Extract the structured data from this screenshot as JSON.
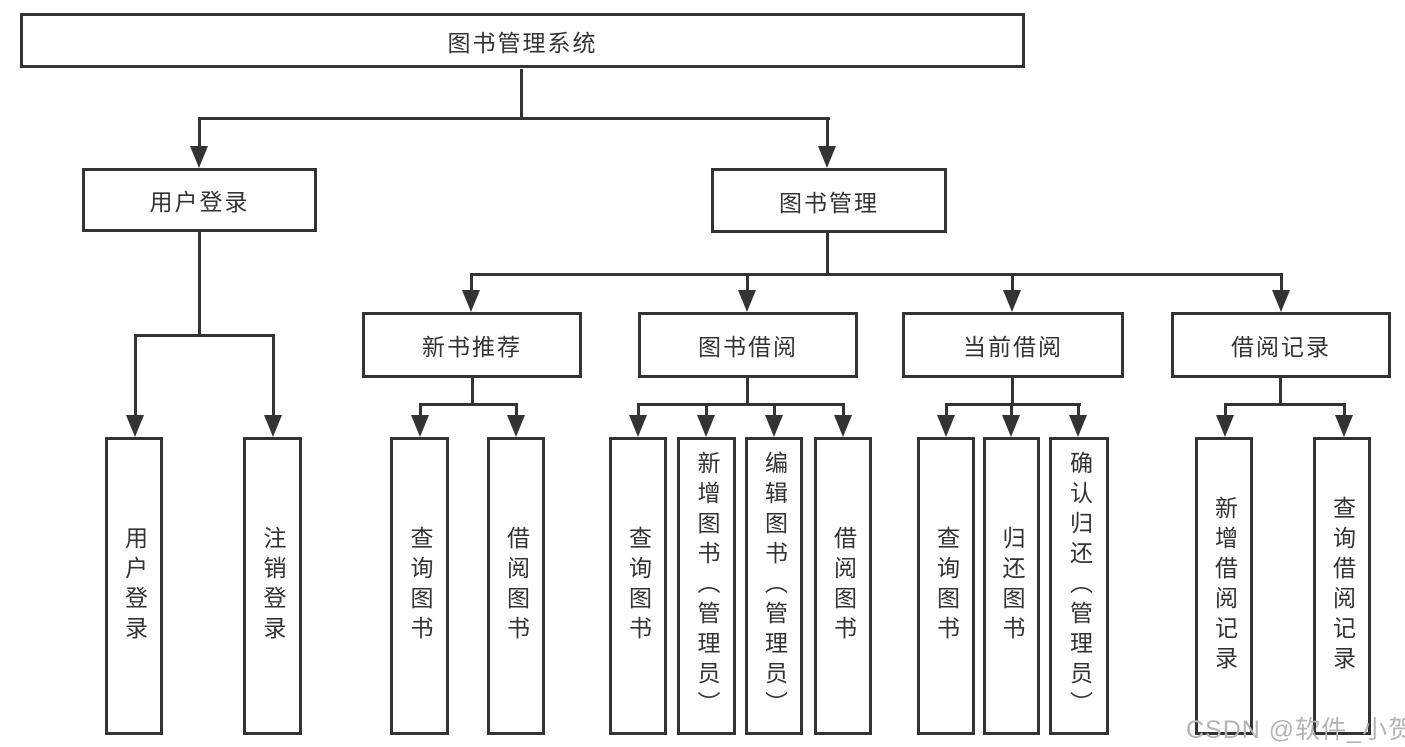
{
  "diagram": {
    "root": {
      "label": "图书管理系统"
    },
    "level2": [
      {
        "id": "user-login",
        "label": "用户登录"
      },
      {
        "id": "book-management",
        "label": "图书管理"
      }
    ],
    "level3": [
      {
        "id": "new-book-recommendation",
        "label": "新书推荐"
      },
      {
        "id": "book-borrowing",
        "label": "图书借阅"
      },
      {
        "id": "current-borrowing",
        "label": "当前借阅"
      },
      {
        "id": "borrowing-records",
        "label": "借阅记录"
      }
    ],
    "leaves": {
      "user_login": [
        {
          "label": "用户登录"
        },
        {
          "label": "注销登录"
        }
      ],
      "new_book_recommendation": [
        {
          "label": "查询图书"
        },
        {
          "label": "借阅图书"
        }
      ],
      "book_borrowing": [
        {
          "label": "查询图书"
        },
        {
          "label": "新增图书（管理员）"
        },
        {
          "label": "编辑图书（管理员）"
        },
        {
          "label": "借阅图书"
        }
      ],
      "current_borrowing": [
        {
          "label": "查询图书"
        },
        {
          "label": "归还图书"
        },
        {
          "label": "确认归还（管理员）"
        }
      ],
      "borrowing_records": [
        {
          "label": "新增借阅记录"
        },
        {
          "label": "查询借阅记录"
        }
      ]
    }
  },
  "watermark": {
    "text": "CSDN @软件_小贺同学"
  },
  "colors": {
    "line": "#333333",
    "text": "#333333",
    "box_background": "#ffffff",
    "page_background": "#ffffff",
    "watermark": "#b5b5b5"
  }
}
